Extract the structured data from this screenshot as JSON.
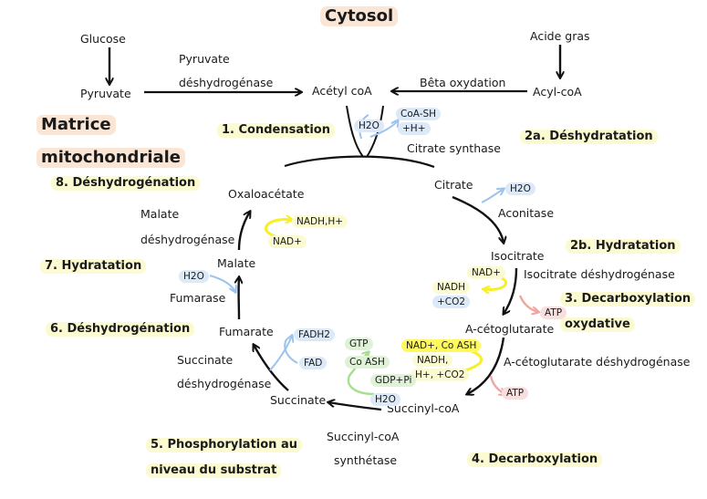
{
  "title": "Cytosol",
  "compartment": {
    "line1": "Matrice",
    "line2": "mitochondriale"
  },
  "inputs": {
    "glucose": "Glucose",
    "pyruvate": "Pyruvate",
    "pdh_line1": "Pyruvate",
    "pdh_line2": "déshydrogénase",
    "acetyl_coa": "Acétyl coA",
    "beta_oxidation": "Bêta oxydation",
    "fatty_acid": "Acide gras",
    "acyl_coa": "Acyl-coA"
  },
  "metabolites": {
    "citrate": "Citrate",
    "isocitrate": "Isocitrate",
    "alpha_kg": "A-cétoglutarate",
    "succinyl_coa": "Succinyl-coA",
    "succinate": "Succinate",
    "fumarate": "Fumarate",
    "malate": "Malate",
    "oxaloacetate": "Oxaloacétate"
  },
  "enzymes": {
    "citrate_synthase": "Citrate synthase",
    "aconitase": "Aconitase",
    "icdh": "Isocitrate déshydrogénase",
    "akgdh": "A-cétoglutarate déshydrogénase",
    "scs_line1": "Succinyl-coA",
    "scs_line2": "synthétase",
    "sdh_line1": "Succinate",
    "sdh_line2": "déshydrogénase",
    "fumarase": "Fumarase",
    "mdh_line1": "Malate",
    "mdh_line2": "déshydrogénase"
  },
  "cofactors": {
    "h2o_condensation": "H2O",
    "coash_line1": "CoA-SH",
    "coash_line2": "+H+",
    "h2o_aconitase": "H2O",
    "nad_icdh": "NAD+",
    "nadh_icdh": "NADH",
    "co2_icdh": "+CO2",
    "atp_icdh": "ATP",
    "nad_coash_akg": "NAD+, Co ASH",
    "nadh_akg": "NADH,",
    "hco2_akg": "H+, +CO2",
    "atp_akg": "ATP",
    "gtp": "GTP",
    "coash_scs": "Co ASH",
    "gdp_pi": "GDP+Pi",
    "h2o_scs": "H2O",
    "fadh2": "FADH2",
    "fad": "FAD",
    "h2o_fumarase": "H2O",
    "nadh_mdh": "NADH,H+",
    "nad_mdh": "NAD+"
  },
  "steps": {
    "s1": "1. Condensation",
    "s2a": "2a. Déshydratation",
    "s2b": "2b. Hydratation",
    "s3_line1": "3. Decarboxylation",
    "s3_line2": "oxydative",
    "s4": "4. Decarboxylation",
    "s5_line1": "5. Phosphorylation au",
    "s5_line2": "niveau du substrat",
    "s6": "6. Déshydrogénation",
    "s7": "7. Hydratation",
    "s8": "8. Déshydrogénation"
  },
  "colors": {
    "blue": "#9cc3ec",
    "yellow": "#f6ef2a",
    "green": "#a8de90",
    "red": "#f0a6a0",
    "peach_highlight": "#fbe6d6",
    "yellow_highlight": "#fbfad0"
  }
}
